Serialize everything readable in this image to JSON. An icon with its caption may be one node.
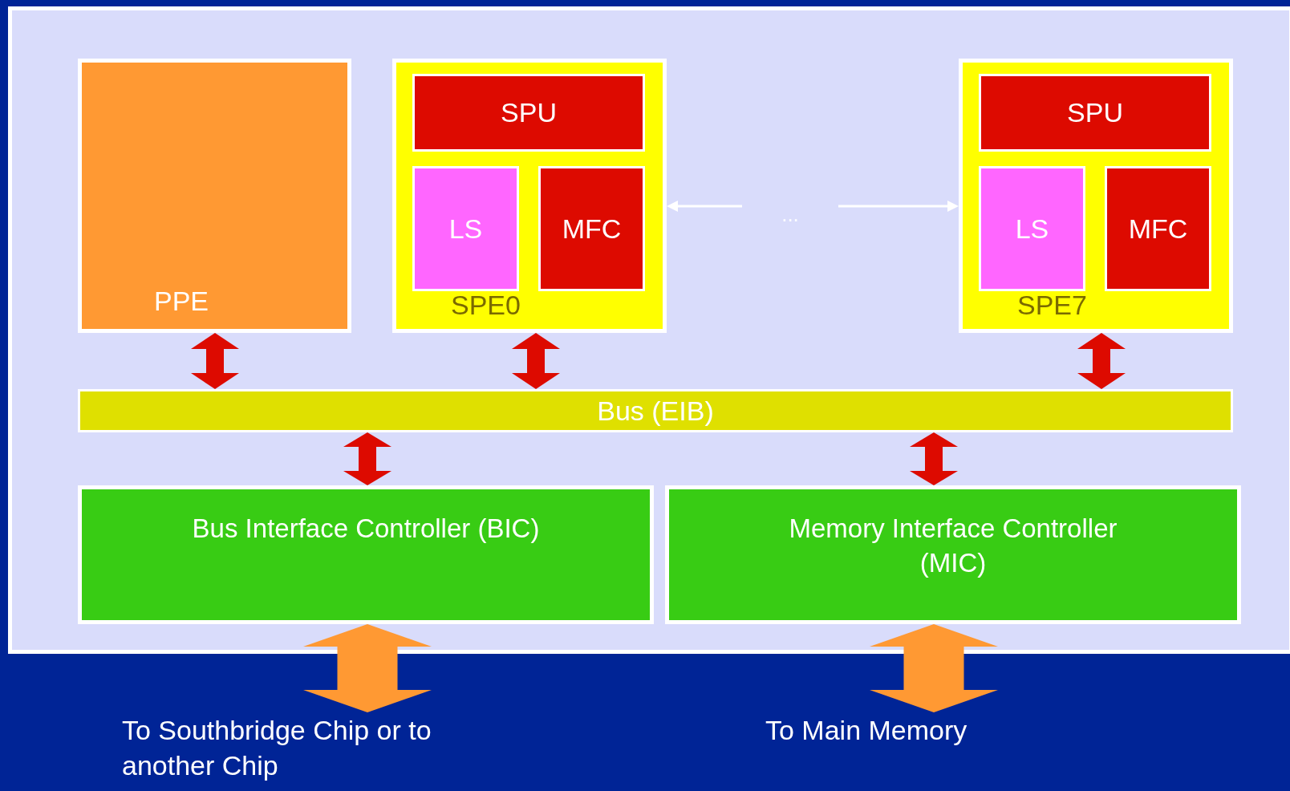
{
  "diagram": {
    "nodes": [
      {
        "text": [],
        "shape": "box"
      },
      {
        "text": [
          "PPE"
        ],
        "in": 0
      },
      {
        "text": [
          "SPE0"
        ],
        "in": 0
      },
      {
        "text": [
          "SPU"
        ],
        "in": 2
      },
      {
        "text": [
          "LS"
        ],
        "in": 2
      },
      {
        "text": [
          "MFC"
        ],
        "in": 2
      },
      {
        "text": [
          "SPE7"
        ],
        "in": 0
      },
      {
        "text": [
          "SPU"
        ],
        "in": 6
      },
      {
        "text": [
          "LS"
        ],
        "in": 6
      },
      {
        "text": [
          "MFC"
        ],
        "in": 6
      },
      {
        "text": [
          "Bus (EIB)"
        ],
        "in": 0
      },
      {
        "text": [
          "Bus Interface Controller (BIC)"
        ],
        "in": 0
      },
      {
        "text": [
          "Memory Interface Controller (MIC)"
        ],
        "in": 0
      },
      {
        "text": [
          "To Southbridge Chip or to another Chip"
        ]
      },
      {
        "text": [
          "To Main Memory"
        ]
      },
      {
        "text": [
          "..."
        ],
        "in": 0
      }
    ],
    "edges": [
      {
        "from": 1,
        "to": 10,
        "arrow": "both"
      },
      {
        "from": 2,
        "to": 10,
        "arrow": "both"
      },
      {
        "from": 6,
        "to": 10,
        "arrow": "both"
      },
      {
        "from": 10,
        "to": 11,
        "arrow": "both"
      },
      {
        "from": 10,
        "to": 12,
        "arrow": "both"
      },
      {
        "from": 11,
        "to": 13,
        "arrow": "both",
        "style": "thick",
        "color": "#ff9933"
      },
      {
        "from": 12,
        "to": 14,
        "arrow": "both",
        "style": "thick",
        "color": "#ff9933"
      },
      {
        "from": 15,
        "to": 2,
        "arrow": "to",
        "color": "#ffffff"
      },
      {
        "from": 15,
        "to": 6,
        "arrow": "to",
        "color": "#ffffff"
      }
    ]
  }
}
